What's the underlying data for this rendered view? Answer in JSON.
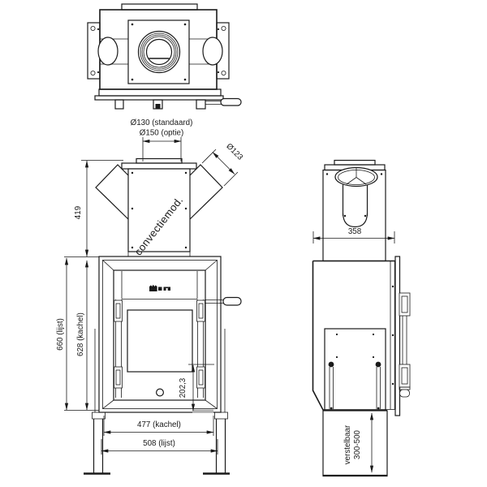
{
  "drawing_type": "stove-technical-drawing",
  "colors": {
    "line": "#1a1a1a",
    "background": "#ffffff",
    "shade": "#b0b0b0"
  },
  "labels": {
    "flue_standard": "Ø130 (standaard)",
    "flue_option": "Ø150 (optie)",
    "duct_diameter": "Ø123",
    "module_height": "419",
    "module_name": "convectiemod.",
    "frame_height": "660 (lijst)",
    "stove_height": "628 (kachel)",
    "glass_offset": "202,3",
    "stove_width": "477 (kachel)",
    "frame_width": "508 (lijst)",
    "depth": "358",
    "adjustable_label": "verstelbaar",
    "adjustable_range": "300-500"
  }
}
